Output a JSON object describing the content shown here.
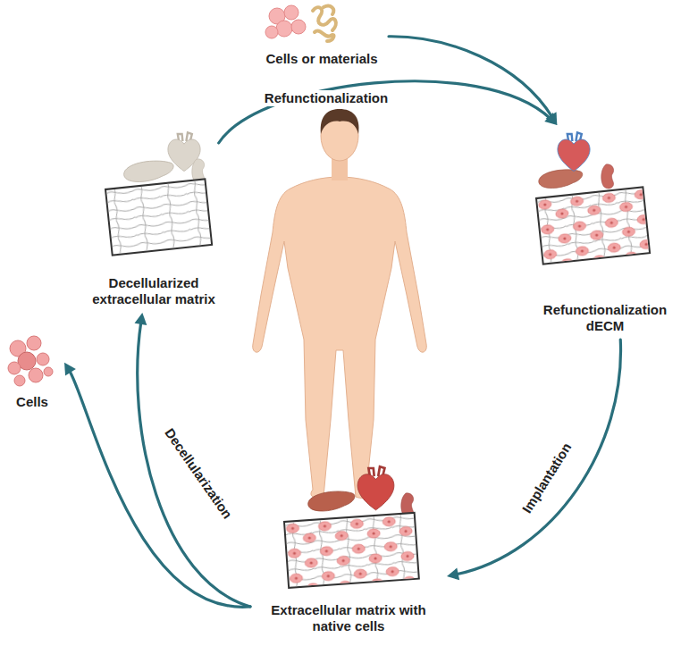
{
  "diagram": {
    "nodes": [
      {
        "text": [
          "Cells or materials"
        ]
      },
      {
        "text": [
          "Decellularized extracellular matrix"
        ]
      },
      {
        "text": [
          "Refunctionalization dECM"
        ]
      },
      {
        "text": [
          "Cells"
        ]
      },
      {
        "text": [
          "Extracellular matrix with native cells"
        ]
      }
    ],
    "edges": [
      {
        "from": 1,
        "to": 2,
        "arrow": "to",
        "label": "Refunctionalization"
      },
      {
        "from": 0,
        "to": 2,
        "arrow": "to"
      },
      {
        "from": 2,
        "to": 4,
        "arrow": "to",
        "label": "Implantation"
      },
      {
        "from": 4,
        "to": 1,
        "arrow": "to",
        "label": "Decellularization"
      },
      {
        "from": 4,
        "to": 3,
        "arrow": "to"
      }
    ]
  }
}
